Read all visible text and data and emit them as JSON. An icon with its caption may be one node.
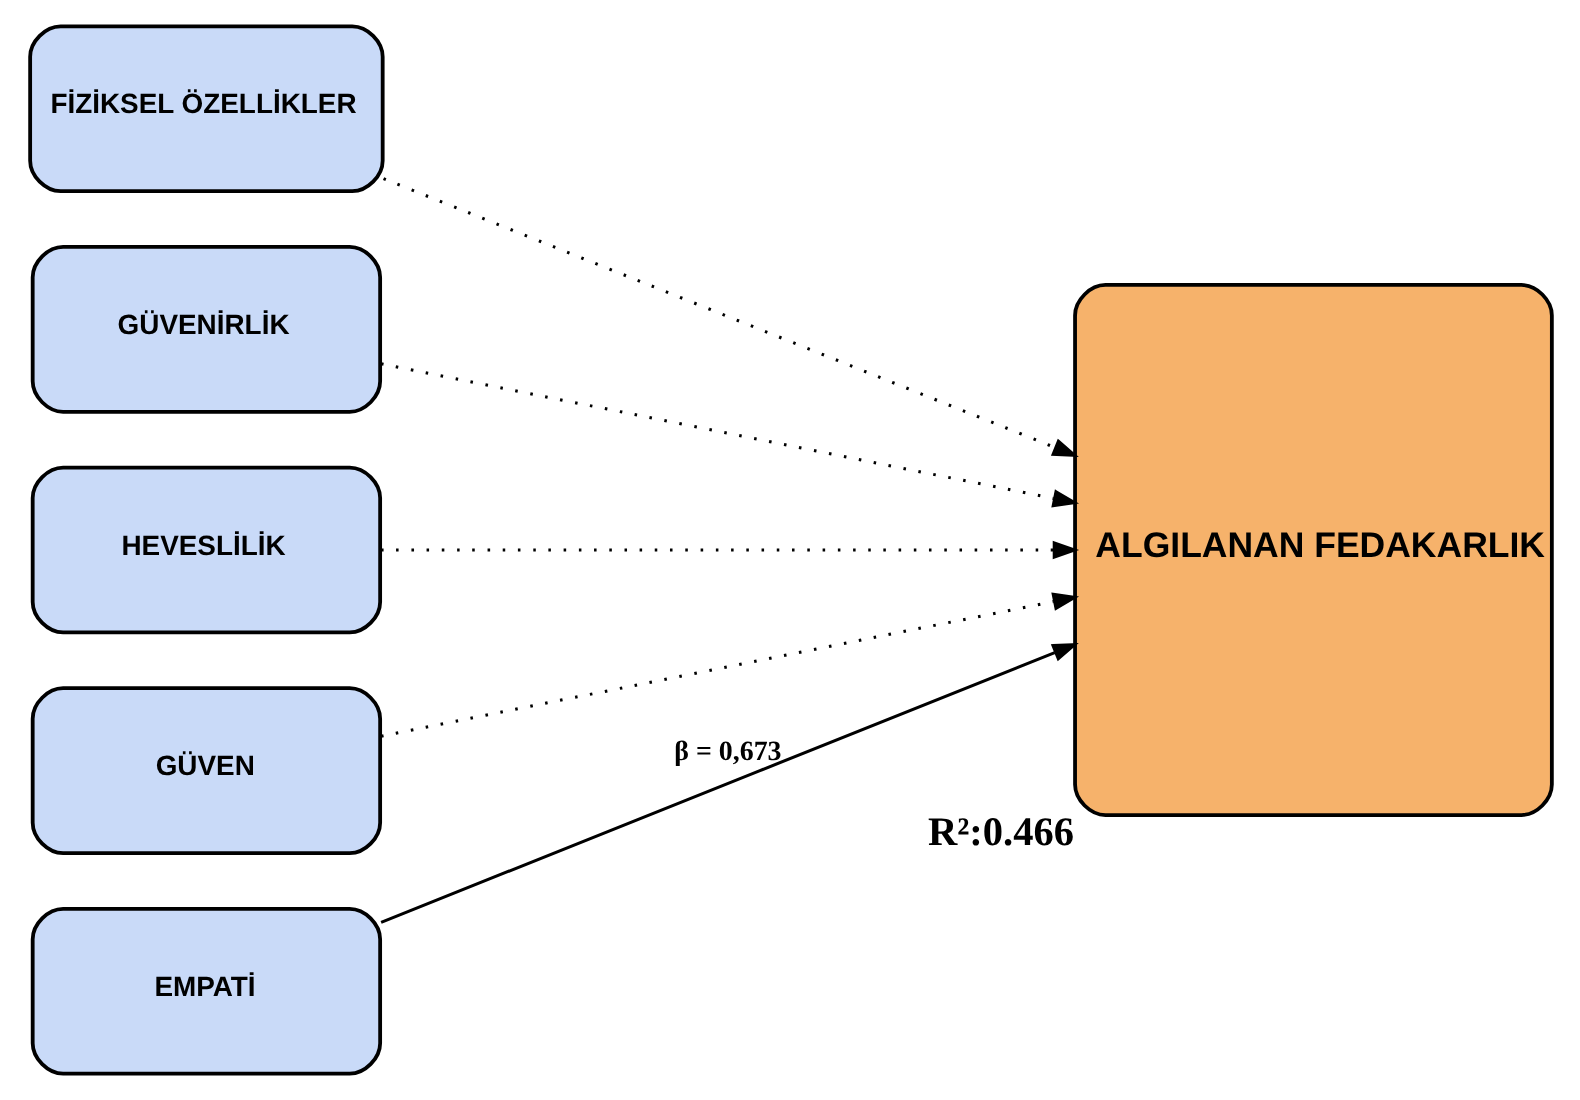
{
  "diagram": {
    "nodes": [
      {
        "text": [
          "FİZİKSEL ÖZELLİKLER"
        ]
      },
      {
        "text": [
          "GÜVENİRLİK"
        ]
      },
      {
        "text": [
          "HEVESLİLİK"
        ]
      },
      {
        "text": [
          "GÜVEN"
        ]
      },
      {
        "text": [
          "EMPATİ"
        ]
      },
      {
        "text": [
          "ALGILANAN FEDAKARLIK"
        ],
        "beside": [
          "R²:0.466"
        ]
      }
    ],
    "edges": [
      {
        "from": 0,
        "to": 5,
        "arrow": "to",
        "style": "dashed"
      },
      {
        "from": 1,
        "to": 5,
        "arrow": "to",
        "style": "dashed"
      },
      {
        "from": 2,
        "to": 5,
        "arrow": "to",
        "style": "dashed"
      },
      {
        "from": 3,
        "to": 5,
        "arrow": "to",
        "style": "dashed"
      },
      {
        "from": 4,
        "to": 5,
        "arrow": "to",
        "label": "β = 0,673"
      }
    ]
  }
}
